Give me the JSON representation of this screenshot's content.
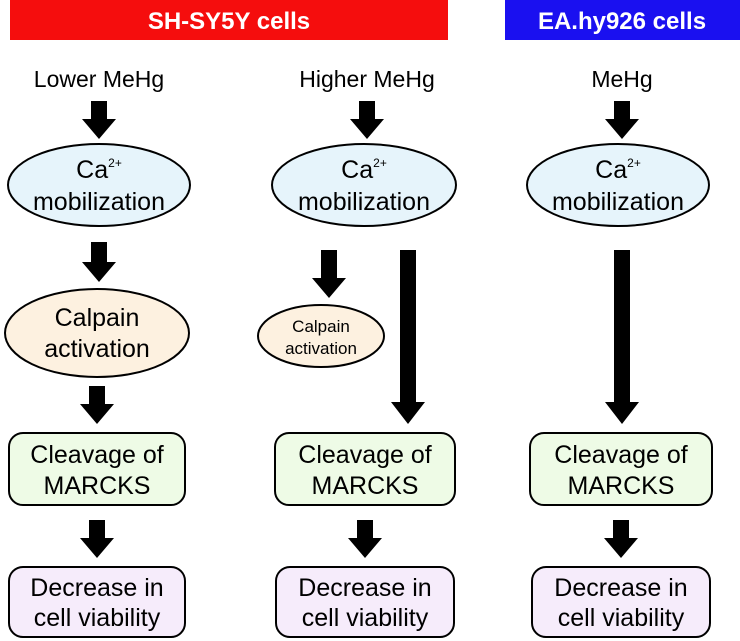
{
  "headers": {
    "sh_sy5y": "SH-SY5Y cells",
    "ea_hy926": "EA.hy926 cells"
  },
  "columns": {
    "col1": {
      "condition": "Lower MeHg",
      "ca_line1": "Ca",
      "ca_sup": "2+",
      "ca_line2": "mobilization",
      "calpain_line1": "Calpain",
      "calpain_line2": "activation",
      "cleavage_line1": "Cleavage of",
      "cleavage_line2": "MARCKS",
      "decrease_line1": "Decrease in",
      "decrease_line2": "cell viability"
    },
    "col2": {
      "condition": "Higher MeHg",
      "ca_line1": "Ca",
      "ca_sup": "2+",
      "ca_line2": "mobilization",
      "calpain_line1": "Calpain",
      "calpain_line2": "activation",
      "cleavage_line1": "Cleavage of",
      "cleavage_line2": "MARCKS",
      "decrease_line1": "Decrease in",
      "decrease_line2": "cell viability"
    },
    "col3": {
      "condition": "MeHg",
      "ca_line1": "Ca",
      "ca_sup": "2+",
      "ca_line2": "mobilization",
      "cleavage_line1": "Cleavage of",
      "cleavage_line2": "MARCKS",
      "decrease_line1": "Decrease in",
      "decrease_line2": "cell viability"
    }
  },
  "colors": {
    "sh_sy5y_header": "#f50d0d",
    "ea_header": "#1a10f0",
    "ca_fill": "#e6f4fb",
    "calpain_fill": "#fdf1e0",
    "cleavage_fill": "#eefbe6",
    "decrease_fill": "#f6ecfb"
  }
}
